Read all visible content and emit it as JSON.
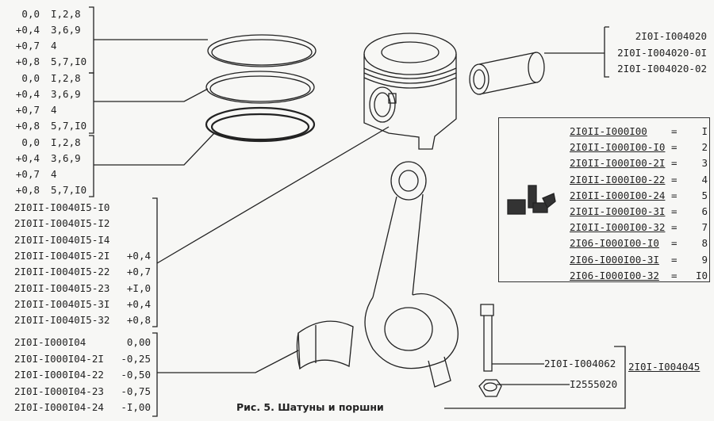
{
  "rings": [
    {
      "rows": [
        {
          "size": "0,0",
          "cyl": "I,2,8"
        },
        {
          "size": "+0,4",
          "cyl": "3,6,9"
        },
        {
          "size": "+0,7",
          "cyl": "4"
        },
        {
          "size": "+0,8",
          "cyl": "5,7,I0"
        }
      ]
    },
    {
      "rows": [
        {
          "size": "0,0",
          "cyl": "I,2,8"
        },
        {
          "size": "+0,4",
          "cyl": "3,6,9"
        },
        {
          "size": "+0,7",
          "cyl": "4"
        },
        {
          "size": "+0,8",
          "cyl": "5,7,I0"
        }
      ]
    },
    {
      "rows": [
        {
          "size": "0,0",
          "cyl": "I,2,8"
        },
        {
          "size": "+0,4",
          "cyl": "3,6,9"
        },
        {
          "size": "+0,7",
          "cyl": "4"
        },
        {
          "size": "+0,8",
          "cyl": "5,7,I0"
        }
      ]
    }
  ],
  "pistons": [
    {
      "code": "2I0II-I0040I5-I0",
      "size": ""
    },
    {
      "code": "2I0II-I0040I5-I2",
      "size": ""
    },
    {
      "code": "2I0II-I0040I5-I4",
      "size": ""
    },
    {
      "code": "2I0II-I0040I5-2I",
      "size": "+0,4"
    },
    {
      "code": "2I0II-I0040I5-22",
      "size": "+0,7"
    },
    {
      "code": "2I0II-I0040I5-23",
      "size": "+I,0"
    },
    {
      "code": "2I0II-I0040I5-3I",
      "size": "+0,4"
    },
    {
      "code": "2I0II-I0040I5-32",
      "size": "+0,8"
    }
  ],
  "bearings": [
    {
      "code": "2I0I-I000I04",
      "size": "0,00"
    },
    {
      "code": "2I0I-I000I04-2I",
      "size": "-0,25"
    },
    {
      "code": "2I0I-I000I04-22",
      "size": "-0,50"
    },
    {
      "code": "2I0I-I000I04-23",
      "size": "-0,75"
    },
    {
      "code": "2I0I-I000I04-24",
      "size": "-I,00"
    }
  ],
  "pins": [
    "2I0I-I004020",
    "2I0I-I004020-0I",
    "2I0I-I004020-02"
  ],
  "kits": [
    {
      "code": "2I0II-I000I00",
      "num": "I"
    },
    {
      "code": "2I0II-I000I00-I0",
      "num": "2"
    },
    {
      "code": "2I0II-I000I00-2I",
      "num": "3"
    },
    {
      "code": "2I0II-I000I00-22",
      "num": "4"
    },
    {
      "code": "2I0II-I000I00-24",
      "num": "5"
    },
    {
      "code": "2I0II-I000I00-3I",
      "num": "6"
    },
    {
      "code": "2I0II-I000I00-32",
      "num": "7"
    },
    {
      "code": "2I06-I000I00-I0",
      "num": "8"
    },
    {
      "code": "2I06-I000I00-3I",
      "num": "9"
    },
    {
      "code": "2I06-I000I00-32",
      "num": "I0"
    }
  ],
  "kit_eq": "=",
  "bolt": "2I0I-I004062",
  "nut": "I2555020",
  "conrod": "2I0I-I004045",
  "caption": "Рис. 5. Шатуны и поршни"
}
